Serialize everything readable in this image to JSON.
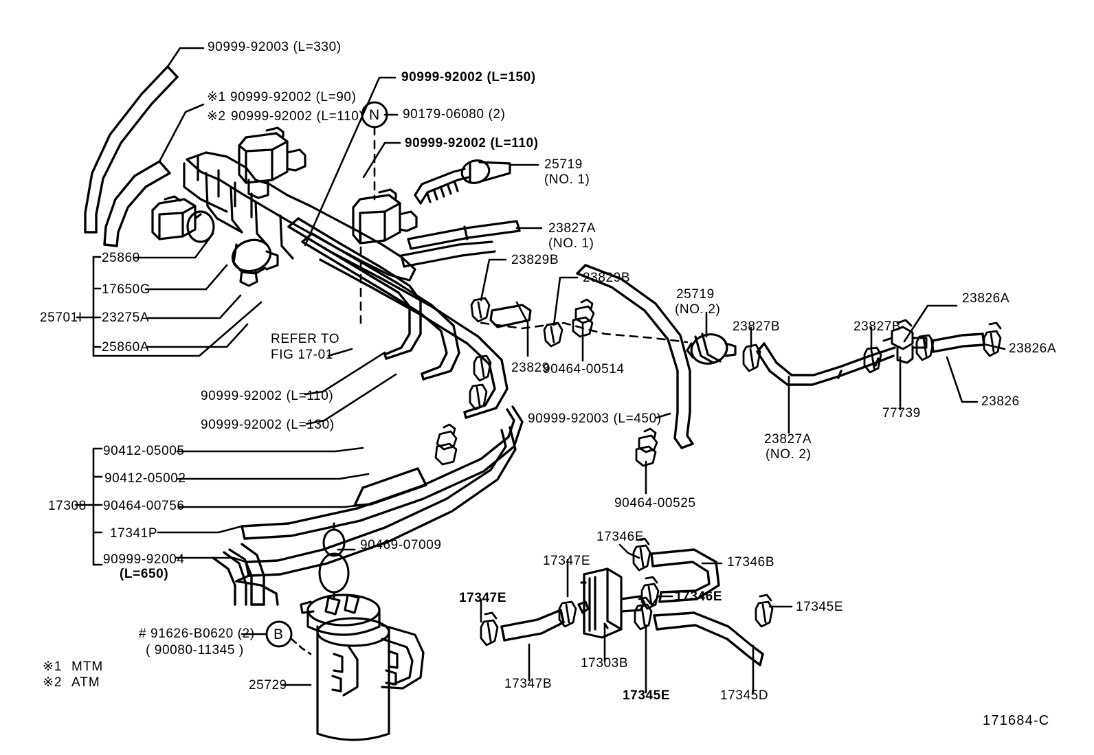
{
  "diagram": {
    "figure_number": "171684-C",
    "refer_note": "REFER TO\nFIG 17-01",
    "footnotes": [
      {
        "mark": "※1",
        "text": "MTM"
      },
      {
        "mark": "※2",
        "text": "ATM"
      }
    ],
    "circle_markers": [
      {
        "letter": "N",
        "label": "90179-06080 (2)"
      },
      {
        "letter": "B",
        "label": "# 91626-B0620 (2)",
        "sub": "( 90080-11345 )"
      }
    ]
  },
  "labels": {
    "hose_330": "90999-92003 (L=330)",
    "hose_150": "90999-92002 (L=150)",
    "alt1_mark": "※1",
    "alt1": "90999-92002 (L=90)",
    "alt2_mark": "※2",
    "alt2": "90999-92002 (L=110)",
    "nut_2": "90179-06080 (2)",
    "hose_110_top": "90999-92002 (L=110)",
    "p25719_1": "25719",
    "p25719_1_sub": "(NO. 1)",
    "p23827A_1": "23827A",
    "p23827A_1_sub": "(NO. 1)",
    "p23829B_a": "23829B",
    "p23829B_b": "23829B",
    "p25719_2": "25719",
    "p25719_2_sub": "(NO. 2)",
    "p23827B_a": "23827B",
    "p23827B_b": "23827B",
    "p23826A_a": "23826A",
    "p23826A_b": "23826A",
    "p23826": "23826",
    "p77739": "77739",
    "p23827A_2": "23827A",
    "p23827A_2_sub": "(NO. 2)",
    "p23829": "23829",
    "p90464_00514": "90464-00514",
    "p90464_00525": "90464-00525",
    "hose_450": "90999-92003 (L=450)",
    "hose_110_mid": "90999-92002 (L=110)",
    "hose_130_mid": "90999-92002 (L=130)",
    "p25860": "25860",
    "p17650G": "17650G",
    "p25701I": "25701I",
    "p23275A": "23275A",
    "p25860A": "25860A",
    "p17308": "17308",
    "p90412_05005": "90412-05005",
    "p90412_05002": "90412-05002",
    "p90464_00756": "90464-00756",
    "p17341P": "17341P",
    "hose_650": "90999-92004",
    "hose_650_sub": "(L=650)",
    "p90469_07009": "90469-07009",
    "p25729": "25729",
    "bolt_note": "# 91626-B0620 (2)",
    "bolt_note_sub": "( 90080-11345 )",
    "p17346E_a": "17346E",
    "p17346E_b": "17346E",
    "p17346B": "17346B",
    "p17347E_a": "17347E",
    "p17347E_b": "17347E",
    "p17347B": "17347B",
    "p17303B": "17303B",
    "p17345E_a": "17345E",
    "p17345E_b": "17345E",
    "p17345D": "17345D",
    "refer_line1": "REFER TO",
    "refer_line2": "FIG 17-01",
    "mtm": "MTM",
    "atm": "ATM",
    "mark1": "※1",
    "mark2": "※2",
    "figure_number": "171684-C"
  },
  "style": {
    "ink": "#000000",
    "paper": "#ffffff"
  }
}
